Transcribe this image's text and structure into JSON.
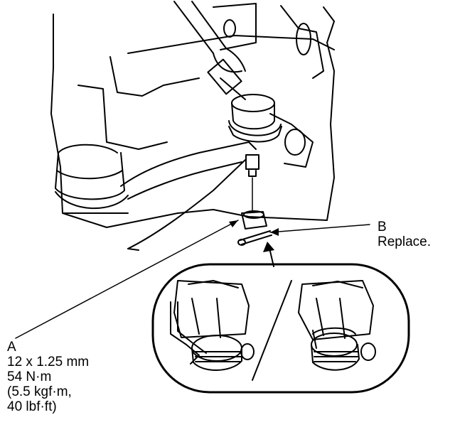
{
  "diagram": {
    "callout_a": {
      "letter": "A",
      "lines": [
        "12 x 1.25 mm",
        "54 N·m",
        "(5.5 kgf·m,",
        "40 lbf·ft)"
      ]
    },
    "callout_b": {
      "letter": "B",
      "text": "Replace."
    }
  }
}
